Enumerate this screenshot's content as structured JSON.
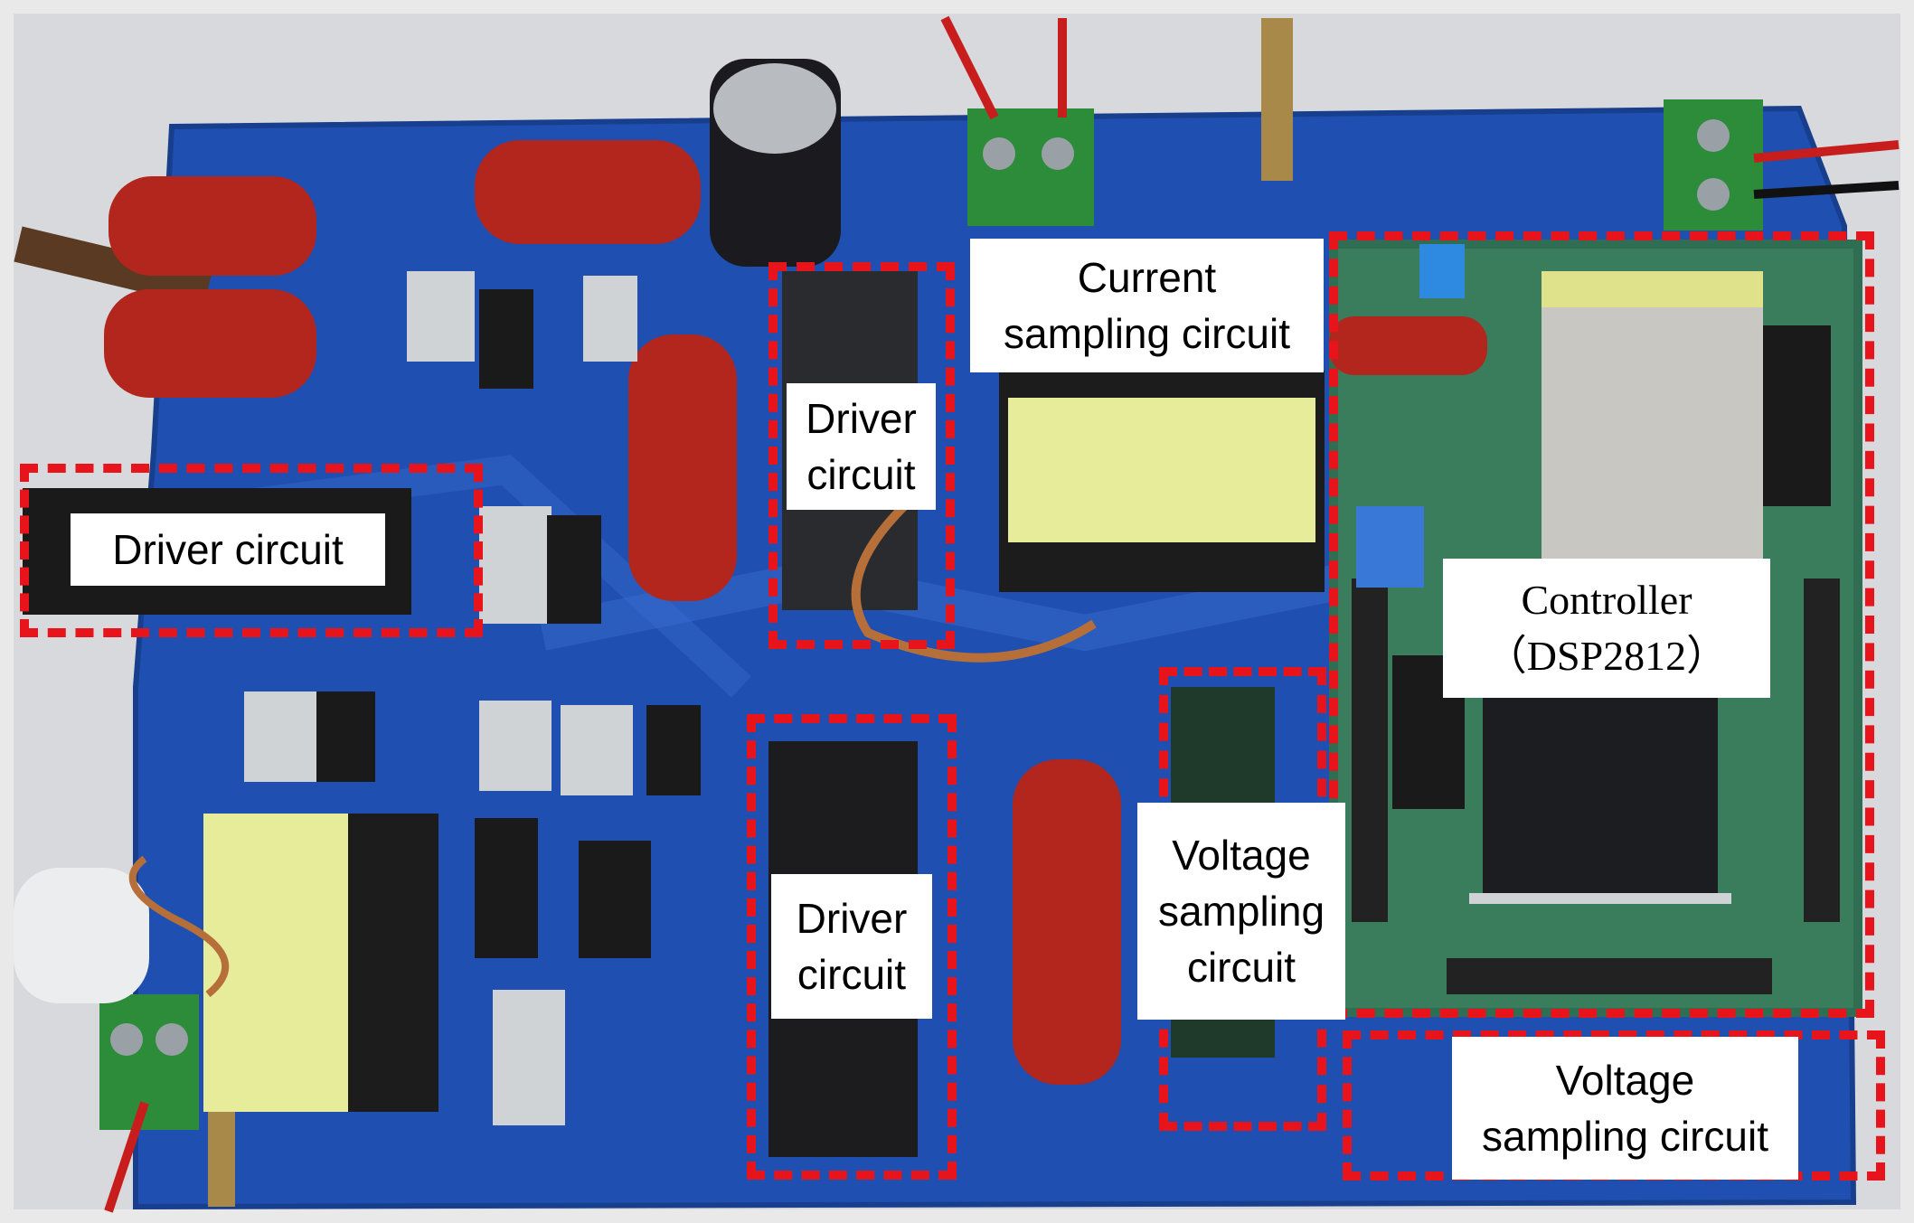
{
  "labels": {
    "driver_left": "Driver circuit",
    "driver_upper": "Driver\ncircuit",
    "driver_lower": "Driver\ncircuit",
    "current_sampling": "Current\nsampling circuit",
    "voltage_sampling_middle": "Voltage\nsampling\ncircuit",
    "controller": "Controller\n（DSP2812）",
    "voltage_sampling_bottom": "Voltage\nsampling circuit"
  },
  "colors": {
    "annotation_dash": "#e8141c",
    "pcb_blue": "#1f4fb0",
    "controller_board_green": "#2f6e52",
    "capacitor_red": "#b3261e",
    "transformer_yellow": "#e6ec9a"
  }
}
